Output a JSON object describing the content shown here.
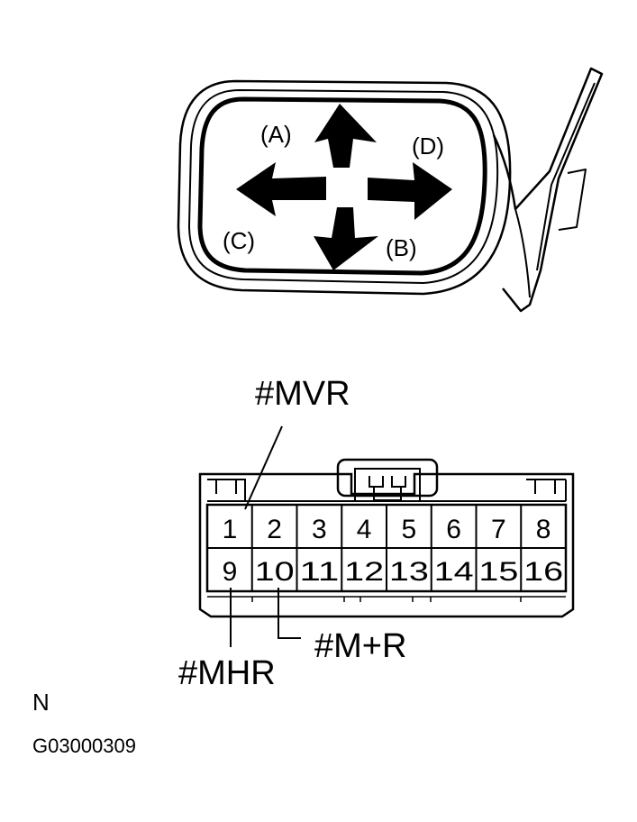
{
  "mirror": {
    "labels": {
      "up": "(A)",
      "down": "(B)",
      "left": "(C)",
      "right": "(D)"
    }
  },
  "connector": {
    "top_row": [
      "1",
      "2",
      "3",
      "4",
      "5",
      "6",
      "7",
      "8"
    ],
    "bottom_row": [
      "9",
      "10",
      "11",
      "12",
      "13",
      "14",
      "15",
      "16"
    ],
    "callouts": {
      "mvr": "#MVR",
      "mhr": "#MHR",
      "mpr": "#M+R"
    }
  },
  "footer": {
    "note": "N",
    "code": "G03000309"
  }
}
